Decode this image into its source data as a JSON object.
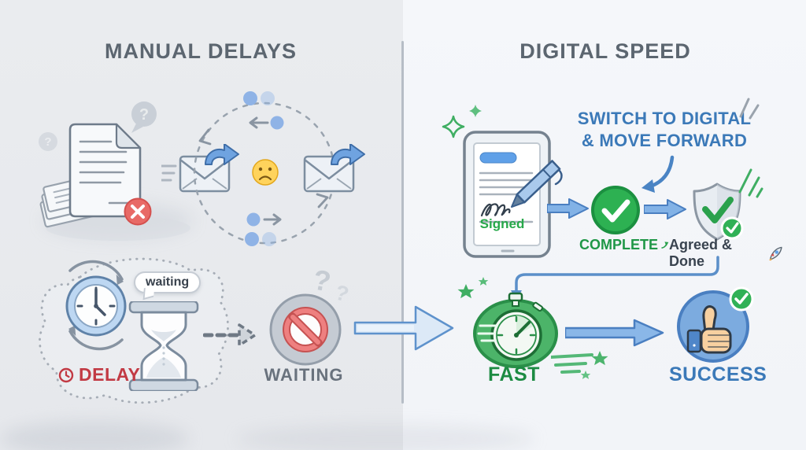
{
  "left": {
    "title": "MANUAL DELAYS",
    "question_mark": "?",
    "waiting_bubble": "waiting",
    "delay_label": "DELAY",
    "waiting_label": "WAITING"
  },
  "right": {
    "title": "DIGITAL SPEED",
    "callout": {
      "line1": "SWITCH TO DIGITAL",
      "line2": "& MOVE FORWARD"
    },
    "signed_label": "Signed",
    "complete_label": "COMPLETE",
    "agreed_label": "Agreed & Done",
    "fast_label": "FAST",
    "success_label": "SUCCESS"
  },
  "colors": {
    "left_bg": "#e8eaee",
    "right_bg": "#f4f6f9",
    "divider": "#b6bdc6",
    "title_gray": "#5c6670",
    "blue_text": "#3b79b8",
    "green_text": "#1f9747",
    "red_text": "#c23a44",
    "green_fill": "#2db152",
    "blue_arrow": "#8ab7e8",
    "light_arrow_fill": "#dce9f7",
    "error_red": "#e86a66"
  },
  "icons": {
    "document": "📄",
    "envelope": "✉",
    "sad-face": "☹",
    "clock": "🕐",
    "hourglass": "⌛",
    "no-entry": "🚫",
    "stopwatch": "⏱",
    "shield": "🛡",
    "check": "✓",
    "thumbs-up": "👍",
    "rocket": "🚀",
    "pen": "🖊",
    "sparkle": "✦",
    "question": "?"
  }
}
